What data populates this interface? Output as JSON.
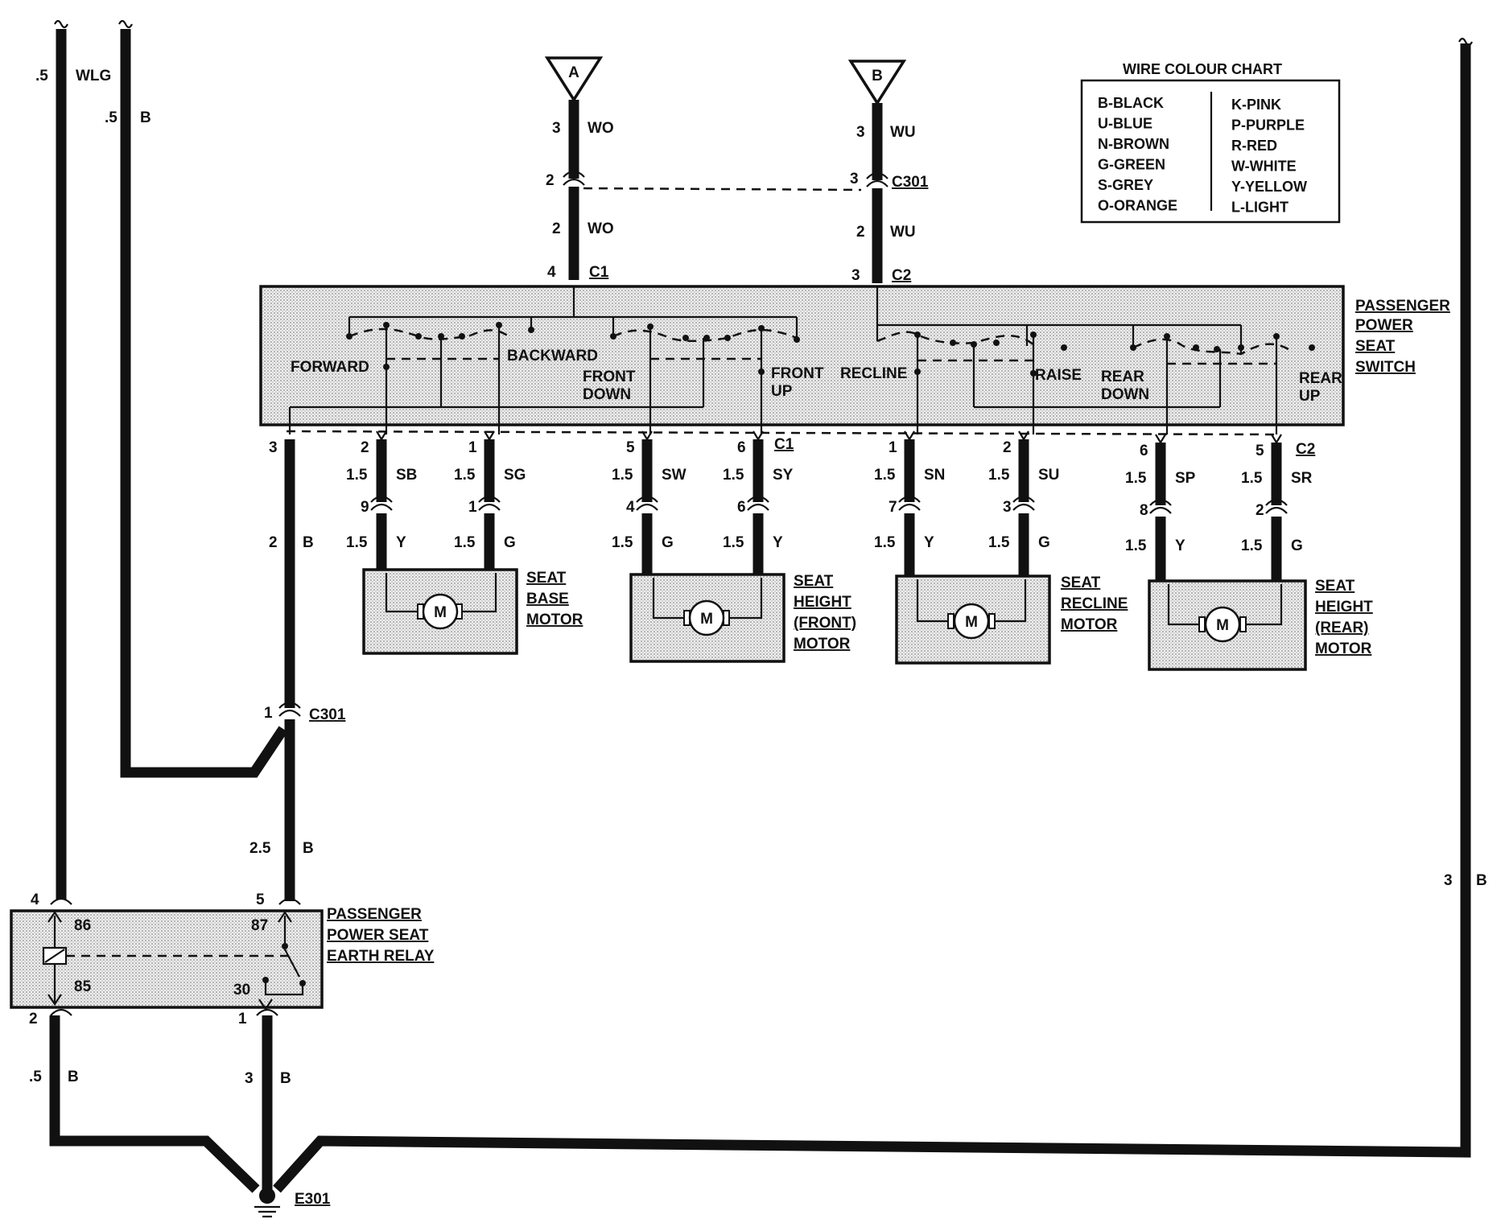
{
  "legend": {
    "title": "WIRE COLOUR CHART",
    "left": [
      "B-BLACK",
      "U-BLUE",
      "N-BROWN",
      "G-GREEN",
      "S-GREY",
      "O-ORANGE"
    ],
    "right": [
      "K-PINK",
      "P-PURPLE",
      "R-RED",
      "W-WHITE",
      "Y-YELLOW",
      "L-LIGHT"
    ]
  },
  "feeds": {
    "a": "A",
    "b": "B"
  },
  "wires": {
    "wlg_size": ".5",
    "wlg_color": "WLG",
    "b_size": ".5",
    "b_color": "B",
    "a_top_pin": "3",
    "a_top_color": "WO",
    "a_c301_pin": "2",
    "a_mid_size": "2",
    "a_mid_color": "WO",
    "a_c1_pin": "4",
    "b_top_pin": "3",
    "b_top_color": "WU",
    "b_c301_pin": "3",
    "b_mid_size": "2",
    "b_mid_color": "WU",
    "b_c2_pin": "3",
    "right_size": "3",
    "right_color": "B",
    "sw3_pin": "3",
    "sw3_size": "2",
    "sw3_color": "B",
    "c301_pin": "1",
    "relay5_size": "2.5",
    "relay5_color": "B",
    "relay4_pin": "4",
    "relay5_pin": "5",
    "relay2_pin": "2",
    "relay1_pin": "1",
    "ground_left_size": ".5",
    "ground_left_color": "B",
    "ground_mid_size": "3",
    "ground_mid_color": "B"
  },
  "connectors": {
    "c1": "C1",
    "c2": "C2",
    "c301": "C301",
    "e301": "E301"
  },
  "switch": {
    "label": [
      "PASSENGER",
      "POWER",
      "SEAT",
      "SWITCH"
    ],
    "positions": {
      "forward": "FORWARD",
      "backward": "BACKWARD",
      "front_down": [
        "FRONT",
        "DOWN"
      ],
      "front_up": [
        "FRONT",
        "UP"
      ],
      "recline": "RECLINE",
      "raise": "RAISE",
      "rear_down": [
        "REAR",
        "DOWN"
      ],
      "rear_up": [
        "REAR",
        "UP"
      ]
    }
  },
  "motor_wires": [
    {
      "top_pin": "2",
      "size": "1.5",
      "color": "SB",
      "low_pin": "9",
      "low_size": "1.5",
      "low_color": "Y"
    },
    {
      "top_pin": "1",
      "size": "1.5",
      "color": "SG",
      "low_pin": "1",
      "low_size": "1.5",
      "low_color": "G"
    },
    {
      "top_pin": "5",
      "size": "1.5",
      "color": "SW",
      "low_pin": "4",
      "low_size": "1.5",
      "low_color": "G"
    },
    {
      "top_pin": "6",
      "size": "1.5",
      "color": "SY",
      "low_pin": "6",
      "low_size": "1.5",
      "low_color": "Y"
    },
    {
      "top_pin": "1",
      "size": "1.5",
      "color": "SN",
      "low_pin": "7",
      "low_size": "1.5",
      "low_color": "Y"
    },
    {
      "top_pin": "2",
      "size": "1.5",
      "color": "SU",
      "low_pin": "3",
      "low_size": "1.5",
      "low_color": "G"
    },
    {
      "top_pin": "6",
      "size": "1.5",
      "color": "SP",
      "low_pin": "8",
      "low_size": "1.5",
      "low_color": "Y"
    },
    {
      "top_pin": "5",
      "size": "1.5",
      "color": "SR",
      "low_pin": "2",
      "low_size": "1.5",
      "low_color": "G"
    }
  ],
  "motors": [
    {
      "label": [
        "SEAT",
        "BASE",
        "MOTOR"
      ],
      "symbol": "M"
    },
    {
      "label": [
        "SEAT",
        "HEIGHT",
        "(FRONT)",
        "MOTOR"
      ],
      "symbol": "M"
    },
    {
      "label": [
        "SEAT",
        "RECLINE",
        "MOTOR"
      ],
      "symbol": "M"
    },
    {
      "label": [
        "SEAT",
        "HEIGHT",
        "(REAR)",
        "MOTOR"
      ],
      "symbol": "M"
    }
  ],
  "relay": {
    "label": [
      "PASSENGER",
      "POWER SEAT",
      "EARTH RELAY"
    ],
    "pin86": "86",
    "pin85": "85",
    "pin87": "87",
    "pin30": "30"
  }
}
